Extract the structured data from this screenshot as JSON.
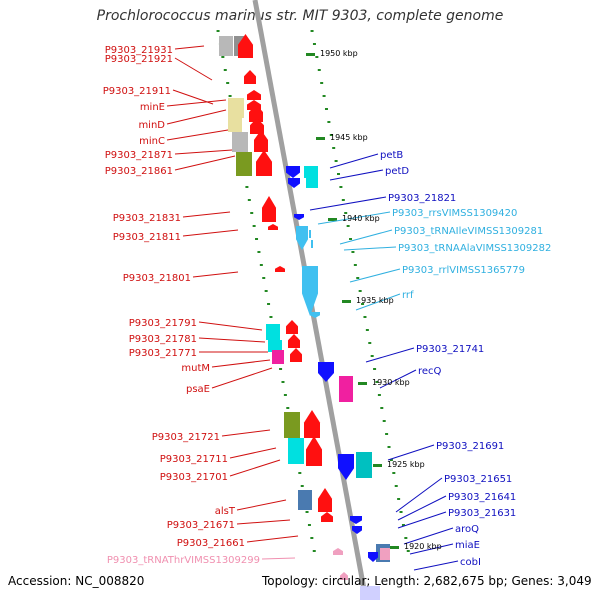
{
  "title": "Prochlorococcus marinus str. MIT 9303, complete genome",
  "footer": {
    "accession": "Accession: NC_008820",
    "topology": "Topology: circular; Length: 2,682,675 bp; Genes: 3,049"
  },
  "colors": {
    "backbone": "#a0a0a0",
    "left_label": "#d01010",
    "right_label": "#1010c0",
    "rna_label": "#30b0e0",
    "trna_label": "#f090b0",
    "arrow_red": "#ff1010",
    "arrow_blue": "#1010ff",
    "rna_arrow": "#40c0f0",
    "tick": "#228822"
  },
  "kbp_markers": [
    "1950 kbp",
    "1945 kbp",
    "1940 kbp",
    "1935 kbp",
    "1930 kbp",
    "1925 kbp",
    "1920 kbp"
  ],
  "left_genes": [
    "P9303_21931",
    "P9303_21921",
    "P9303_21911",
    "minE",
    "minD",
    "minC",
    "P9303_21871",
    "P9303_21861",
    "P9303_21831",
    "P9303_21811",
    "P9303_21801",
    "P9303_21791",
    "P9303_21781",
    "P9303_21771",
    "mutM",
    "psaE",
    "P9303_21721",
    "P9303_21711",
    "P9303_21701",
    "alsT",
    "P9303_21671",
    "P9303_21661",
    "P9303_tRNAThrVIMSS1309299"
  ],
  "right_genes": [
    "petB",
    "petD",
    "P9303_21821",
    "P9303_rrsVIMSS1309420",
    "P9303_tRNAIleVIMSS1309281",
    "P9303_tRNAAlaVIMSS1309282",
    "P9303_rrlVIMSS1365779",
    "rrf",
    "P9303_21741",
    "recQ",
    "P9303_21691",
    "P9303_21651",
    "P9303_21641",
    "P9303_21631",
    "aroQ",
    "miaE",
    "cobI"
  ]
}
